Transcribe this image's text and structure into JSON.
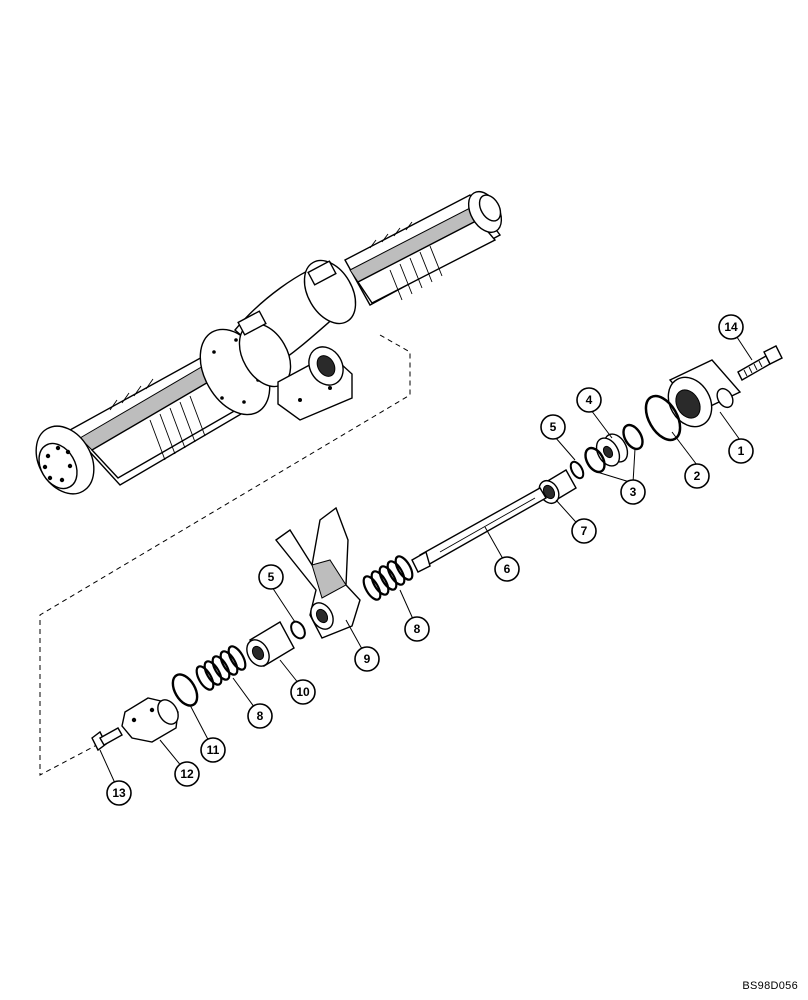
{
  "figure": {
    "reference_code": "BS98D056"
  },
  "callouts": [
    {
      "id": "c1",
      "label": "1"
    },
    {
      "id": "c2",
      "label": "2"
    },
    {
      "id": "c3",
      "label": "3"
    },
    {
      "id": "c4",
      "label": "4"
    },
    {
      "id": "c5a",
      "label": "5"
    },
    {
      "id": "c5b",
      "label": "5"
    },
    {
      "id": "c6",
      "label": "6"
    },
    {
      "id": "c7",
      "label": "7"
    },
    {
      "id": "c8a",
      "label": "8"
    },
    {
      "id": "c8b",
      "label": "8"
    },
    {
      "id": "c9",
      "label": "9"
    },
    {
      "id": "c10",
      "label": "10"
    },
    {
      "id": "c11",
      "label": "11"
    },
    {
      "id": "c12",
      "label": "12"
    },
    {
      "id": "c13",
      "label": "13"
    },
    {
      "id": "c14",
      "label": "14"
    }
  ]
}
